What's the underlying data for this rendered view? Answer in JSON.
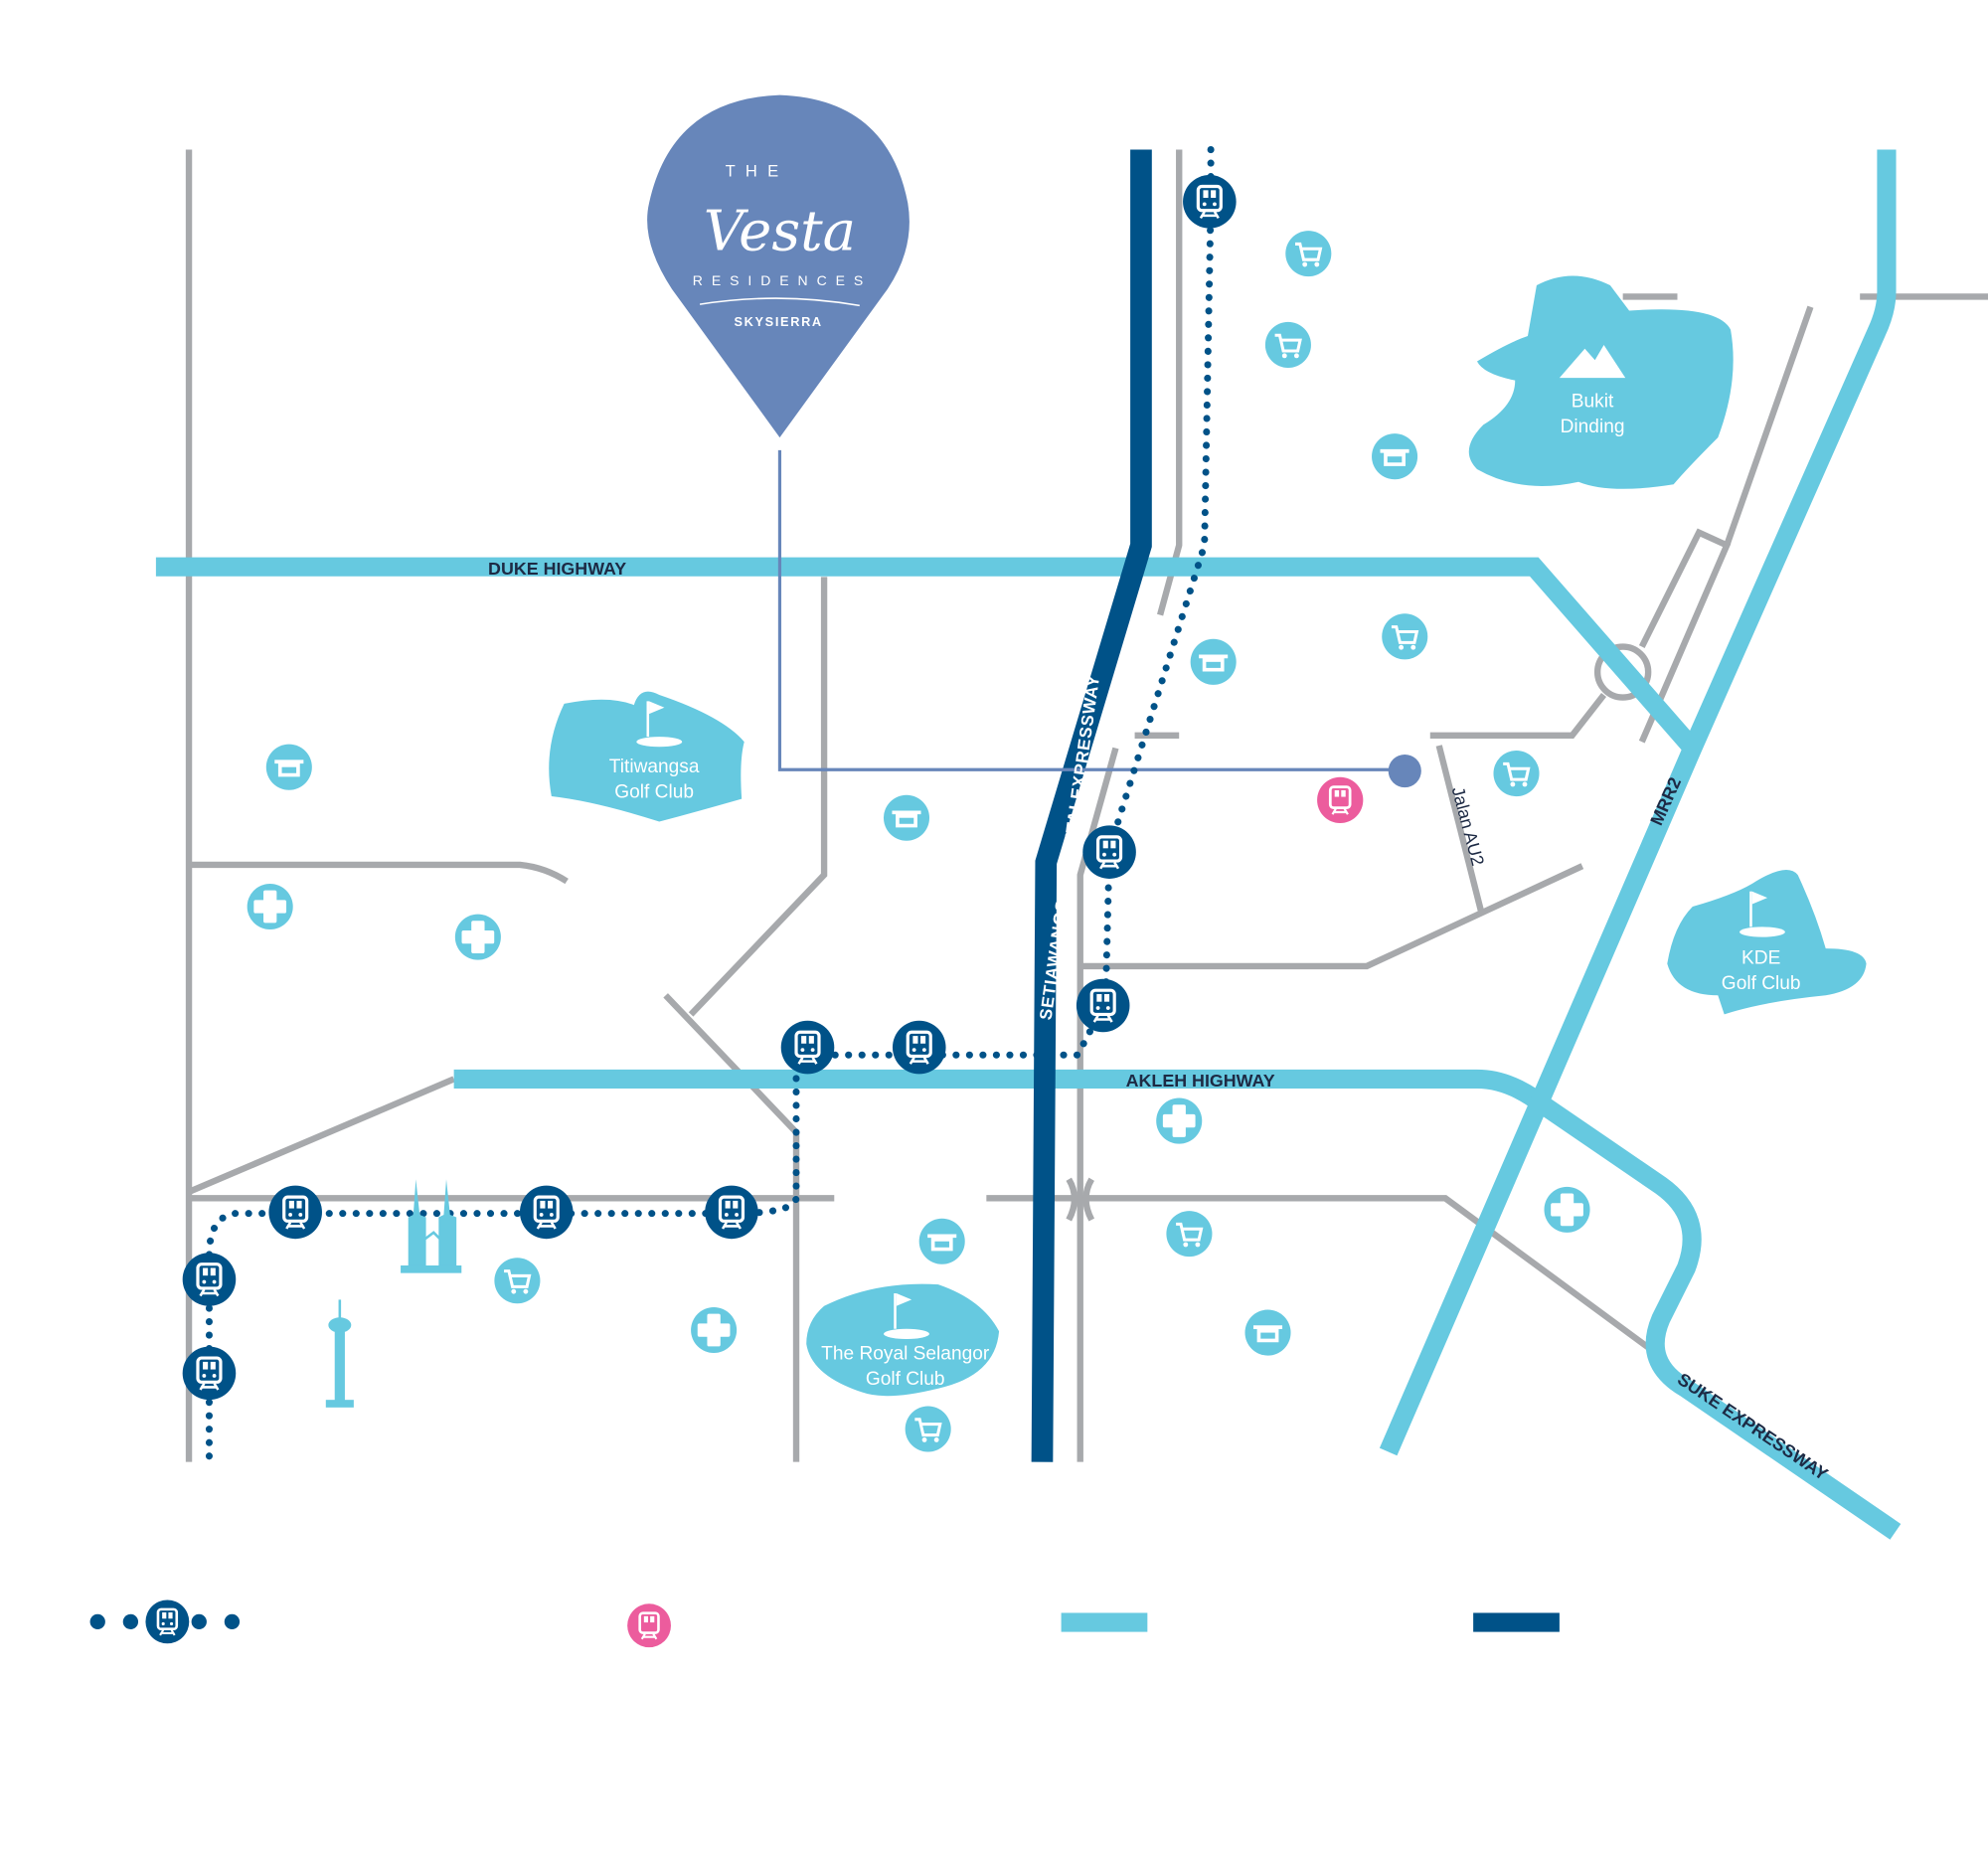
{
  "logo": {
    "line1": "THE",
    "script": "Vesta",
    "line2": "RESIDENCES",
    "line3": "SKYSIERRA"
  },
  "roads": {
    "duke": "DUKE HIGHWAY",
    "akleh": "AKLEH HIGHWAY",
    "setiawangsa": "SETIAWANGSA - PANTAI EXPRESSWAY",
    "mrr2": "MRR2",
    "suke": "SUKE EXPRESSWAY",
    "jalan_au2": "Jalan AU2"
  },
  "landmarks": {
    "bukit": [
      "Bukit",
      "Dinding"
    ],
    "titiwangsa": [
      "Titiwangsa",
      "Golf Club"
    ],
    "kde": [
      "KDE",
      "Golf Club"
    ],
    "royal": [
      "The Royal Selangor",
      "Golf Club"
    ]
  },
  "colors": {
    "highway": "#66c9e0",
    "expressway": "#005288",
    "local_road": "#a7a9ac",
    "pin": "#6786ba",
    "upcoming_station": "#ec5c9d",
    "amenity": "#66c9e0"
  },
  "legend": [
    {
      "icon": "train-line-icon"
    },
    {
      "icon": "pink-station-icon"
    },
    {
      "icon": "highway-swatch"
    },
    {
      "icon": "expressway-swatch"
    }
  ]
}
